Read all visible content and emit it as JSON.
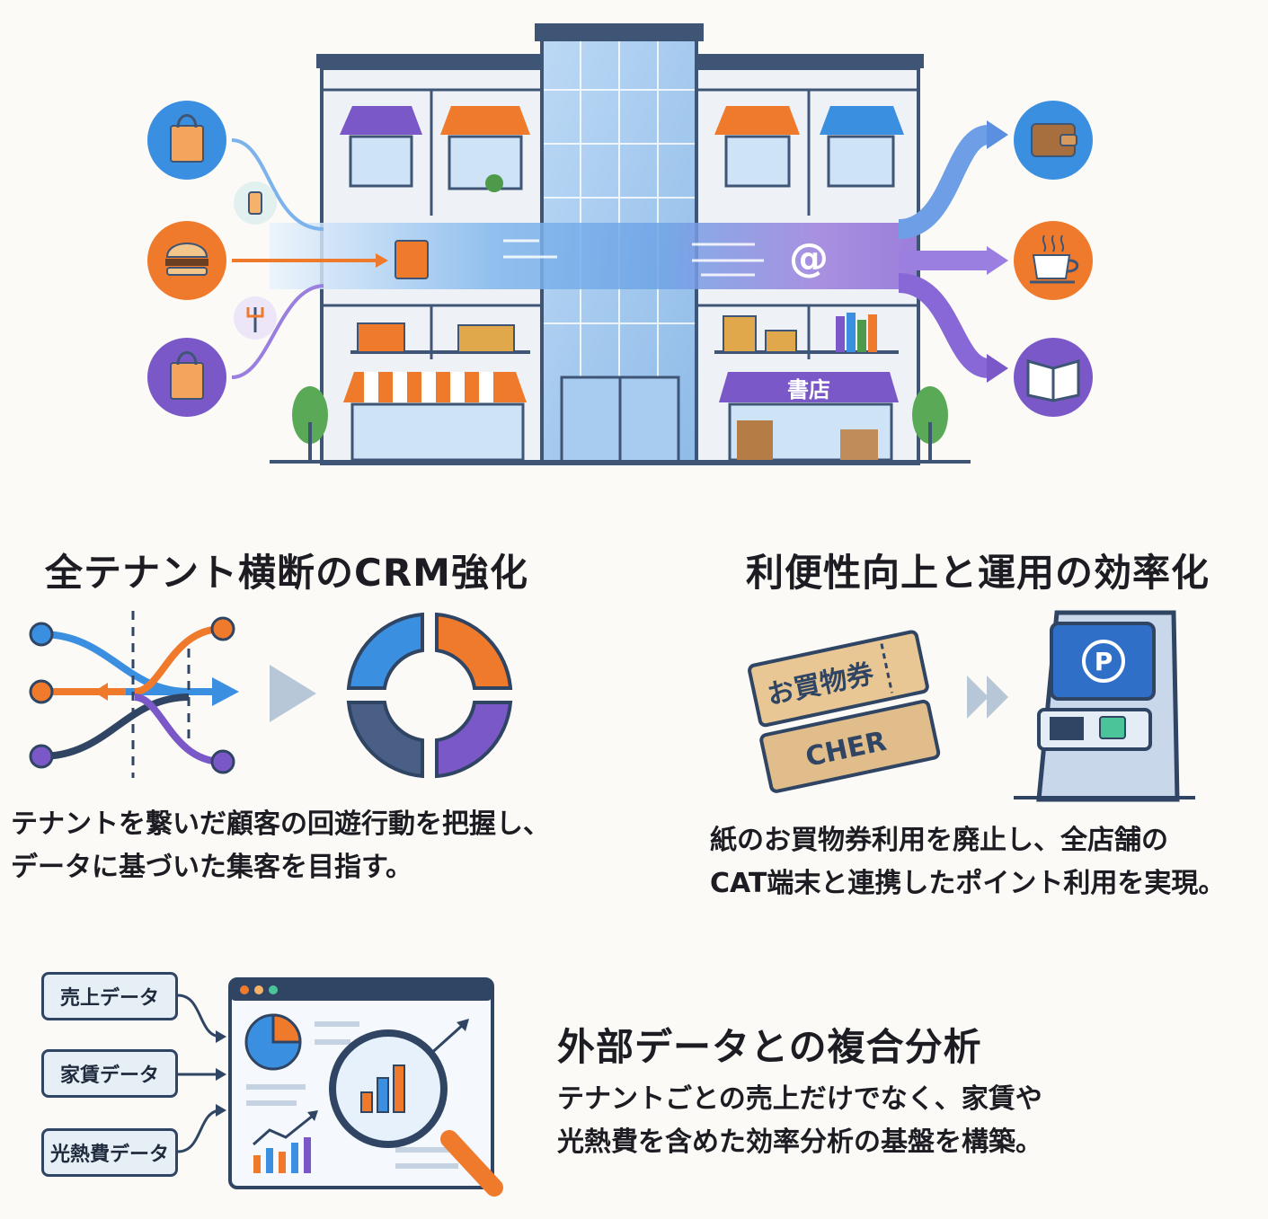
{
  "hero": {
    "bookstore_sign": "書店",
    "at_symbol": "@",
    "left_icons": [
      "shopping-bag-icon",
      "burger-icon",
      "shopping-bag-icon"
    ],
    "right_icons": [
      "wallet-icon",
      "coffee-cup-icon",
      "open-book-icon"
    ]
  },
  "section_crm": {
    "title": "全テナント横断のCRM強化",
    "desc_line1": "テナントを繋いだ顧客の回遊行動を把握し、",
    "desc_line2": "データに基づいた集客を目指す。"
  },
  "section_efficiency": {
    "title": "利便性向上と運用の効率化",
    "ticket_text": "お買物券",
    "voucher_text": "CHER",
    "terminal_mark": "P",
    "desc_line1": "紙のお買物券利用を廃止し、全店舗の",
    "desc_line2": "CAT端末と連携したポイント利用を実現。"
  },
  "section_analysis": {
    "title": "外部データとの複合分析",
    "data_labels": [
      "売上データ",
      "家賃データ",
      "光熱費データ"
    ],
    "desc_line1": "テナントごとの売上だけでなく、家賃や",
    "desc_line2": "光熱費を含めた効率分析の基盤を構築。"
  },
  "colors": {
    "blue": "#3b8fe0",
    "orange": "#f07a2c",
    "purple": "#7a58c8",
    "navy": "#2f4563"
  }
}
